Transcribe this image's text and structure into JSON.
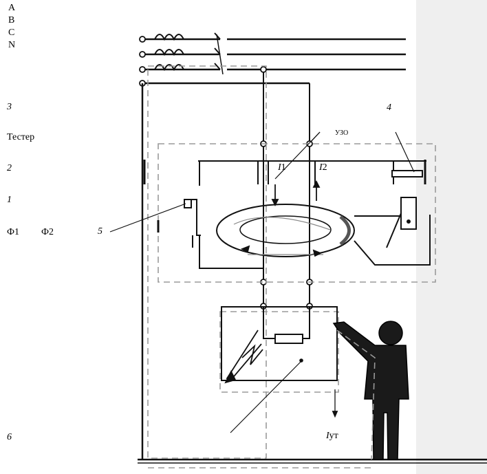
{
  "phase_labels": {
    "a": "A",
    "b": "B",
    "c": "C",
    "n": "N"
  },
  "number_labels": {
    "n1": "1",
    "n2": "2",
    "n3": "3",
    "n4": "4",
    "n5": "5",
    "n6": "6"
  },
  "labels": {
    "tester": "Тестер",
    "rcd": "УЗО",
    "current_i1_letter": "I",
    "current_i1_index": "1",
    "current_i2_letter": "I",
    "current_i2_index": "2",
    "leak_letter": "I",
    "leak_index": "ут",
    "phi1": "Ф1",
    "phi2": "Ф2"
  },
  "colors": {
    "line": "#111111",
    "dashed": "#9a9a9a",
    "panel": "#efefef",
    "person": "#1a1a1a"
  }
}
